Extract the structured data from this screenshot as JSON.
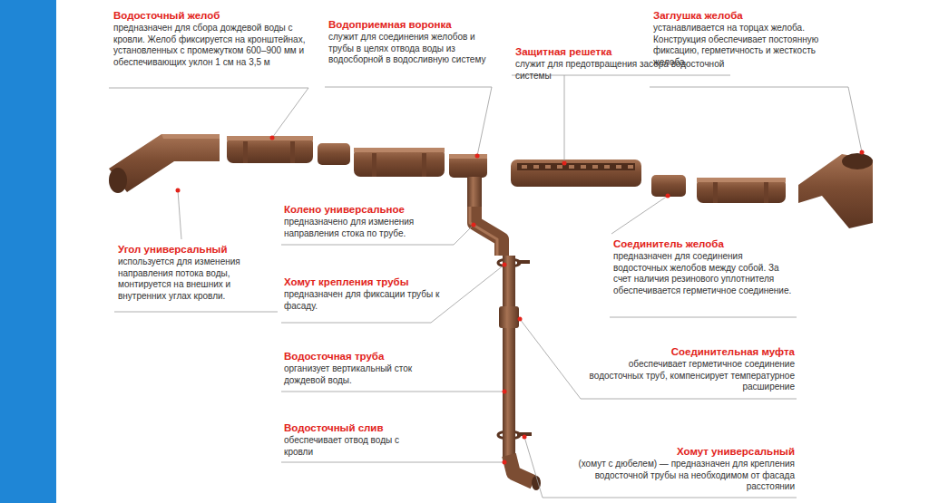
{
  "diagram": {
    "labels": [
      "Водосточный желоб",
      "предназначен для сбора дождевой воды с кровли. Желоб фиксируется на кронштейнах, установленных с промежутком 600–900 мм и обеспечивающих уклон 1 см на 3,5 м",
      "Водоприемная воронка",
      "служит для соединения желобов и трубы в целях отвода воды из водосборной в водосливную систему",
      "Защитная решетка",
      "служит для предотвращения засора водосточной системы",
      "Заглушка желоба",
      "устанавливается на торцах желоба. Конструкция обеспечивает постоянную фиксацию, герметичность и жесткость желоба.",
      "Колено универсальное",
      "предназначено для изменения направления стока по трубе.",
      "Угол универсальный",
      "используется для изменения направления потока воды, монтируется на внешних и внутренних углах кровли.",
      "Соединитель желоба",
      "предназначен для соединения водосточных желобов между собой. За счет наличия резинового уплотнителя обеспечивается герметичное соединение.",
      "Хомут крепления трубы",
      "предназначен для фиксации трубы к фасаду.",
      "Водосточная труба",
      "организует вертикальный сток дождевой воды.",
      "Соединительная муфта",
      "обеспечивает герметичное соединение водосточных труб, компенсирует температурное расширение",
      "Водосточный слив",
      "обеспечивает отвод воды с кровли",
      "Хомут универсальный",
      "(хомут с дюбелем) — предназначен для крепления водосточной трубы на необходимом от фасада расстоянии"
    ]
  }
}
